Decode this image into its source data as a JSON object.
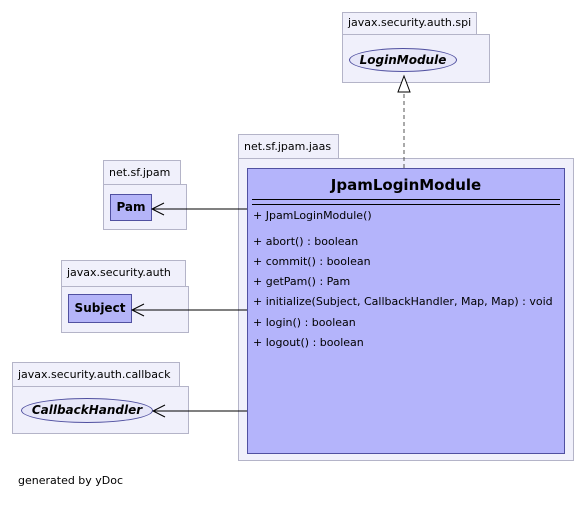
{
  "diagram": {
    "packages": [
      {
        "id": "spi",
        "name": "javax.security.auth.spi"
      },
      {
        "id": "jaas",
        "name": "net.sf.jpam.jaas"
      },
      {
        "id": "jpam",
        "name": "net.sf.jpam"
      },
      {
        "id": "auth",
        "name": "javax.security.auth"
      },
      {
        "id": "callback",
        "name": "javax.security.auth.callback"
      }
    ],
    "classes": {
      "login_module": "LoginModule",
      "pam": "Pam",
      "subject": "Subject",
      "callback_handler": "CallbackHandler"
    },
    "main_class": {
      "name": "JpamLoginModule",
      "constructors": [
        "+ JpamLoginModule()"
      ],
      "operations": [
        "+ abort() : boolean",
        "+ commit() : boolean",
        "+ getPam() : Pam",
        "+ initialize(Subject, CallbackHandler, Map, Map) : void",
        "+ login() : boolean",
        "+ logout() : boolean"
      ]
    },
    "relations": [
      {
        "from": "JpamLoginModule",
        "to": "LoginModule",
        "kind": "implements"
      },
      {
        "from": "JpamLoginModule",
        "to": "Pam",
        "kind": "dependency"
      },
      {
        "from": "JpamLoginModule",
        "to": "Subject",
        "kind": "dependency"
      },
      {
        "from": "JpamLoginModule",
        "to": "CallbackHandler",
        "kind": "dependency"
      }
    ]
  },
  "footer": "generated by yDoc"
}
